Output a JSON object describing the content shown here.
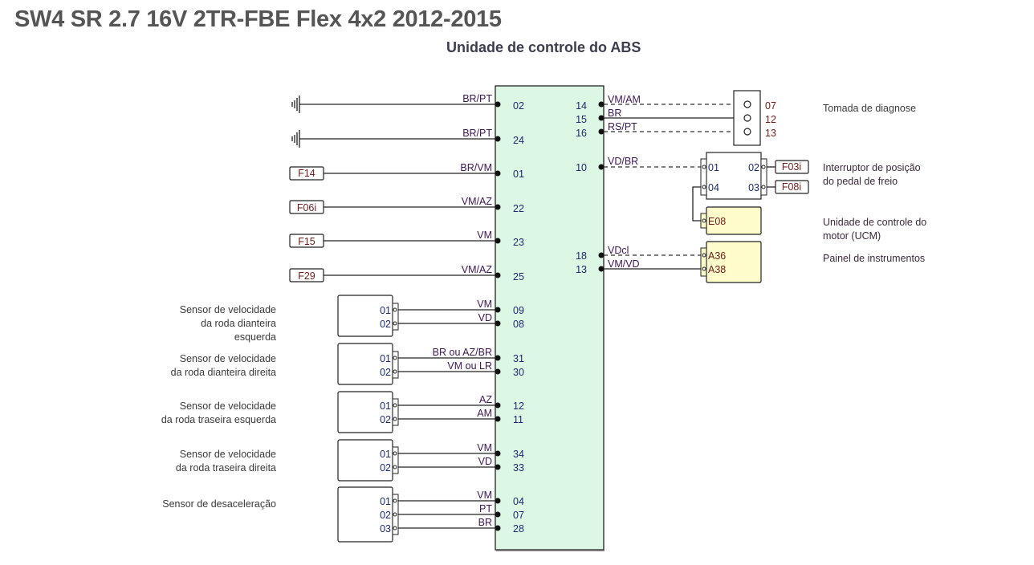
{
  "header": {
    "title": "SW4 SR 2.7 16V 2TR-FBE Flex 4x2 2012-2015",
    "subtitle": "Unidade de controle do ABS"
  },
  "colors": {
    "ecu_fill": "#dcf7e4",
    "module_fill": "#fffccc",
    "wire": "#222222",
    "pin_text": "#1c2a6e",
    "wire_text": "#3c1850"
  },
  "ecu": {
    "name": "Unidade de controle do ABS",
    "left_pins": [
      {
        "pin": "02",
        "wire": "BR/PT",
        "source": {
          "type": "ground",
          "icon": "ground-icon"
        }
      },
      {
        "pin": "24",
        "wire": "BR/PT",
        "source": {
          "type": "ground",
          "icon": "ground-icon"
        }
      },
      {
        "pin": "01",
        "wire": "BR/VM",
        "source": {
          "type": "fuse",
          "label": "F14"
        }
      },
      {
        "pin": "22",
        "wire": "VM/AZ",
        "source": {
          "type": "fuse",
          "label": "F06i"
        }
      },
      {
        "pin": "23",
        "wire": "VM",
        "source": {
          "type": "fuse",
          "label": "F15"
        }
      },
      {
        "pin": "25",
        "wire": "VM/AZ",
        "source": {
          "type": "fuse",
          "label": "F29"
        }
      }
    ],
    "sensors": [
      {
        "label_lines": [
          "Sensor de velocidade",
          "da roda dianteira",
          "esquerda"
        ],
        "connections": [
          {
            "sensor_pin": "01",
            "wire": "VM",
            "ecu_pin": "09"
          },
          {
            "sensor_pin": "02",
            "wire": "VD",
            "ecu_pin": "08"
          }
        ]
      },
      {
        "label_lines": [
          "Sensor de velocidade",
          "da roda dianteira direita"
        ],
        "connections": [
          {
            "sensor_pin": "01",
            "wire": "BR ou AZ/BR",
            "ecu_pin": "31"
          },
          {
            "sensor_pin": "02",
            "wire": "VM ou LR",
            "ecu_pin": "30"
          }
        ]
      },
      {
        "label_lines": [
          "Sensor de velocidade",
          "da roda traseira esquerda"
        ],
        "connections": [
          {
            "sensor_pin": "01",
            "wire": "AZ",
            "ecu_pin": "12"
          },
          {
            "sensor_pin": "02",
            "wire": "AM",
            "ecu_pin": "11"
          }
        ]
      },
      {
        "label_lines": [
          "Sensor de velocidade",
          "da roda traseira direita"
        ],
        "connections": [
          {
            "sensor_pin": "01",
            "wire": "VM",
            "ecu_pin": "34"
          },
          {
            "sensor_pin": "02",
            "wire": "VD",
            "ecu_pin": "33"
          }
        ]
      },
      {
        "label_lines": [
          "Sensor de desaceleração"
        ],
        "connections": [
          {
            "sensor_pin": "01",
            "wire": "VM",
            "ecu_pin": "04"
          },
          {
            "sensor_pin": "02",
            "wire": "PT",
            "ecu_pin": "07"
          },
          {
            "sensor_pin": "03",
            "wire": "BR",
            "ecu_pin": "28"
          }
        ]
      }
    ],
    "right_pins": [
      {
        "pin": "14",
        "wire": "VM/AM",
        "style": "dashed",
        "target_pin": "07"
      },
      {
        "pin": "15",
        "wire": "BR",
        "style": "solid",
        "target_pin": "12"
      },
      {
        "pin": "16",
        "wire": "RS/PT",
        "style": "dashed",
        "target_pin": "13"
      },
      {
        "pin": "10",
        "wire": "VD/BR",
        "style": "dashed",
        "target_pin": "01"
      },
      {
        "pin": "18",
        "wire": "VDcl",
        "style": "dashed",
        "target_pin": "A36"
      },
      {
        "pin": "13",
        "wire": "VM/VD",
        "style": "solid",
        "target_pin": "A38"
      }
    ]
  },
  "right_components": {
    "diagnostic_socket": {
      "label": "Tomada de diagnose",
      "pins": [
        "07",
        "12",
        "13"
      ]
    },
    "brake_switch": {
      "label_lines": [
        "Interruptor de posição",
        "do pedal de freio"
      ],
      "left_pins": [
        "01",
        "04"
      ],
      "right_pins": [
        "02",
        "03"
      ],
      "fuses": [
        "F03i",
        "F08i"
      ]
    },
    "engine_ecu": {
      "label_lines": [
        "Unidade de controle do",
        "motor (UCM)"
      ],
      "pin": "E08"
    },
    "instrument_panel": {
      "label": "Painel de instrumentos",
      "pins": [
        "A36",
        "A38"
      ]
    }
  }
}
